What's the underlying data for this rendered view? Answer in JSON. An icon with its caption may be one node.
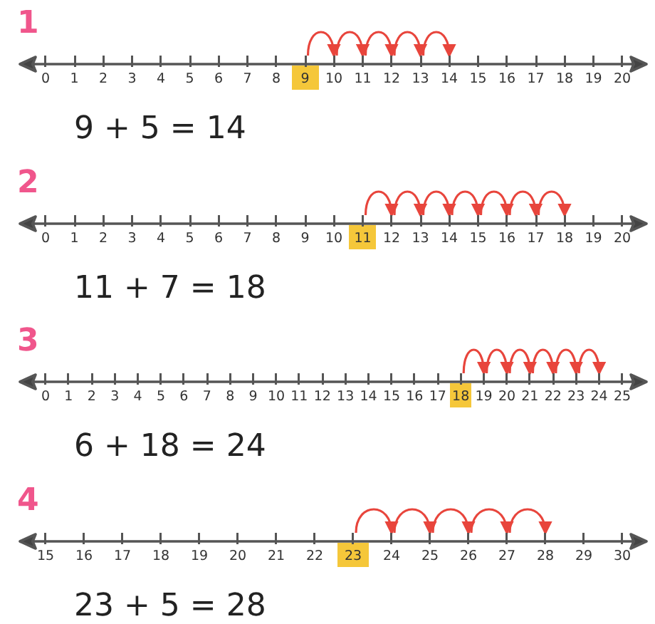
{
  "diagram": {
    "nodes": [
      {
        "text": [
          "0"
        ]
      },
      {
        "text": [
          "1"
        ]
      },
      {
        "text": [
          "2"
        ]
      },
      {
        "text": [
          "3"
        ]
      },
      {
        "text": [
          "4"
        ]
      },
      {
        "text": [
          "5"
        ]
      },
      {
        "text": [
          "6"
        ]
      },
      {
        "text": [
          "7"
        ]
      },
      {
        "text": [
          "8"
        ]
      },
      {
        "text": [
          "9"
        ]
      },
      {
        "text": [
          "10"
        ]
      },
      {
        "text": [
          "11"
        ]
      },
      {
        "text": [
          "12"
        ]
      },
      {
        "text": [
          "13"
        ]
      },
      {
        "text": [
          "14"
        ]
      },
      {
        "text": [
          "15"
        ]
      },
      {
        "text": [
          "16"
        ]
      },
      {
        "text": [
          "17"
        ]
      },
      {
        "text": [
          "18"
        ]
      },
      {
        "text": [
          "19"
        ]
      },
      {
        "text": [
          "20"
        ]
      },
      {
        "text": [
          "0"
        ]
      },
      {
        "text": [
          "1"
        ]
      },
      {
        "text": [
          "2"
        ]
      },
      {
        "text": [
          "3"
        ]
      },
      {
        "text": [
          "4"
        ]
      },
      {
        "text": [
          "5"
        ]
      },
      {
        "text": [
          "6"
        ]
      },
      {
        "text": [
          "7"
        ]
      },
      {
        "text": [
          "8"
        ]
      },
      {
        "text": [
          "9"
        ]
      },
      {
        "text": [
          "10"
        ]
      },
      {
        "text": [
          "11"
        ]
      },
      {
        "text": [
          "12"
        ]
      },
      {
        "text": [
          "13"
        ]
      },
      {
        "text": [
          "14"
        ]
      },
      {
        "text": [
          "15"
        ]
      },
      {
        "text": [
          "16"
        ]
      },
      {
        "text": [
          "17"
        ]
      },
      {
        "text": [
          "18"
        ]
      },
      {
        "text": [
          "19"
        ]
      },
      {
        "text": [
          "20"
        ]
      },
      {
        "text": [
          "0"
        ]
      },
      {
        "text": [
          "1"
        ]
      },
      {
        "text": [
          "2"
        ]
      },
      {
        "text": [
          "3"
        ]
      },
      {
        "text": [
          "4"
        ]
      },
      {
        "text": [
          "5"
        ]
      },
      {
        "text": [
          "6"
        ]
      },
      {
        "text": [
          "7"
        ]
      },
      {
        "text": [
          "8"
        ]
      },
      {
        "text": [
          "9"
        ]
      },
      {
        "text": [
          "10"
        ]
      },
      {
        "text": [
          "11"
        ]
      },
      {
        "text": [
          "12"
        ]
      },
      {
        "text": [
          "13"
        ]
      },
      {
        "text": [
          "14"
        ]
      },
      {
        "text": [
          "15"
        ]
      },
      {
        "text": [
          "16"
        ]
      },
      {
        "text": [
          "17"
        ]
      },
      {
        "text": [
          "18"
        ]
      },
      {
        "text": [
          "19"
        ]
      },
      {
        "text": [
          "20"
        ]
      },
      {
        "text": [
          "21"
        ]
      },
      {
        "text": [
          "22"
        ]
      },
      {
        "text": [
          "23"
        ]
      },
      {
        "text": [
          "24"
        ]
      },
      {
        "text": [
          "25"
        ]
      },
      {
        "text": [
          "15"
        ]
      },
      {
        "text": [
          "16"
        ]
      },
      {
        "text": [
          "17"
        ]
      },
      {
        "text": [
          "18"
        ]
      },
      {
        "text": [
          "19"
        ]
      },
      {
        "text": [
          "20"
        ]
      },
      {
        "text": [
          "21"
        ]
      },
      {
        "text": [
          "22"
        ]
      },
      {
        "text": [
          "23"
        ]
      },
      {
        "text": [
          "24"
        ]
      },
      {
        "text": [
          "25"
        ]
      },
      {
        "text": [
          "26"
        ]
      },
      {
        "text": [
          "27"
        ]
      },
      {
        "text": [
          "28"
        ]
      },
      {
        "text": [
          "29"
        ]
      },
      {
        "text": [
          "30"
        ]
      }
    ],
    "edges": [
      {
        "from": 9,
        "to": 10,
        "arrow": "to"
      },
      {
        "from": 10,
        "to": 11,
        "arrow": "to"
      },
      {
        "from": 11,
        "to": 12,
        "arrow": "to"
      },
      {
        "from": 12,
        "to": 13,
        "arrow": "to"
      },
      {
        "from": 13,
        "to": 14,
        "arrow": "to"
      },
      {
        "from": 32,
        "to": 33,
        "arrow": "to"
      },
      {
        "from": 33,
        "to": 34,
        "arrow": "to"
      },
      {
        "from": 34,
        "to": 35,
        "arrow": "to"
      },
      {
        "from": 35,
        "to": 36,
        "arrow": "to"
      },
      {
        "from": 36,
        "to": 37,
        "arrow": "to"
      },
      {
        "from": 37,
        "to": 38,
        "arrow": "to"
      },
      {
        "from": 38,
        "to": 39,
        "arrow": "to"
      },
      {
        "from": 60,
        "to": 61,
        "arrow": "to"
      },
      {
        "from": 61,
        "to": 62,
        "arrow": "to"
      },
      {
        "from": 62,
        "to": 63,
        "arrow": "to"
      },
      {
        "from": 63,
        "to": 64,
        "arrow": "to"
      },
      {
        "from": 64,
        "to": 65,
        "arrow": "to"
      },
      {
        "from": 65,
        "to": 66,
        "arrow": "to"
      },
      {
        "from": 76,
        "to": 77,
        "arrow": "to"
      },
      {
        "from": 77,
        "to": 78,
        "arrow": "to"
      },
      {
        "from": 78,
        "to": 79,
        "arrow": "to"
      },
      {
        "from": 79,
        "to": 80,
        "arrow": "to"
      },
      {
        "from": 80,
        "to": 81,
        "arrow": "to"
      }
    ],
    "labels": [
      "1",
      "9 + 5 = 14",
      "2",
      "11 + 7 = 18",
      "3",
      "6 + 18 = 24",
      "4",
      "23 + 5 = 28"
    ]
  }
}
